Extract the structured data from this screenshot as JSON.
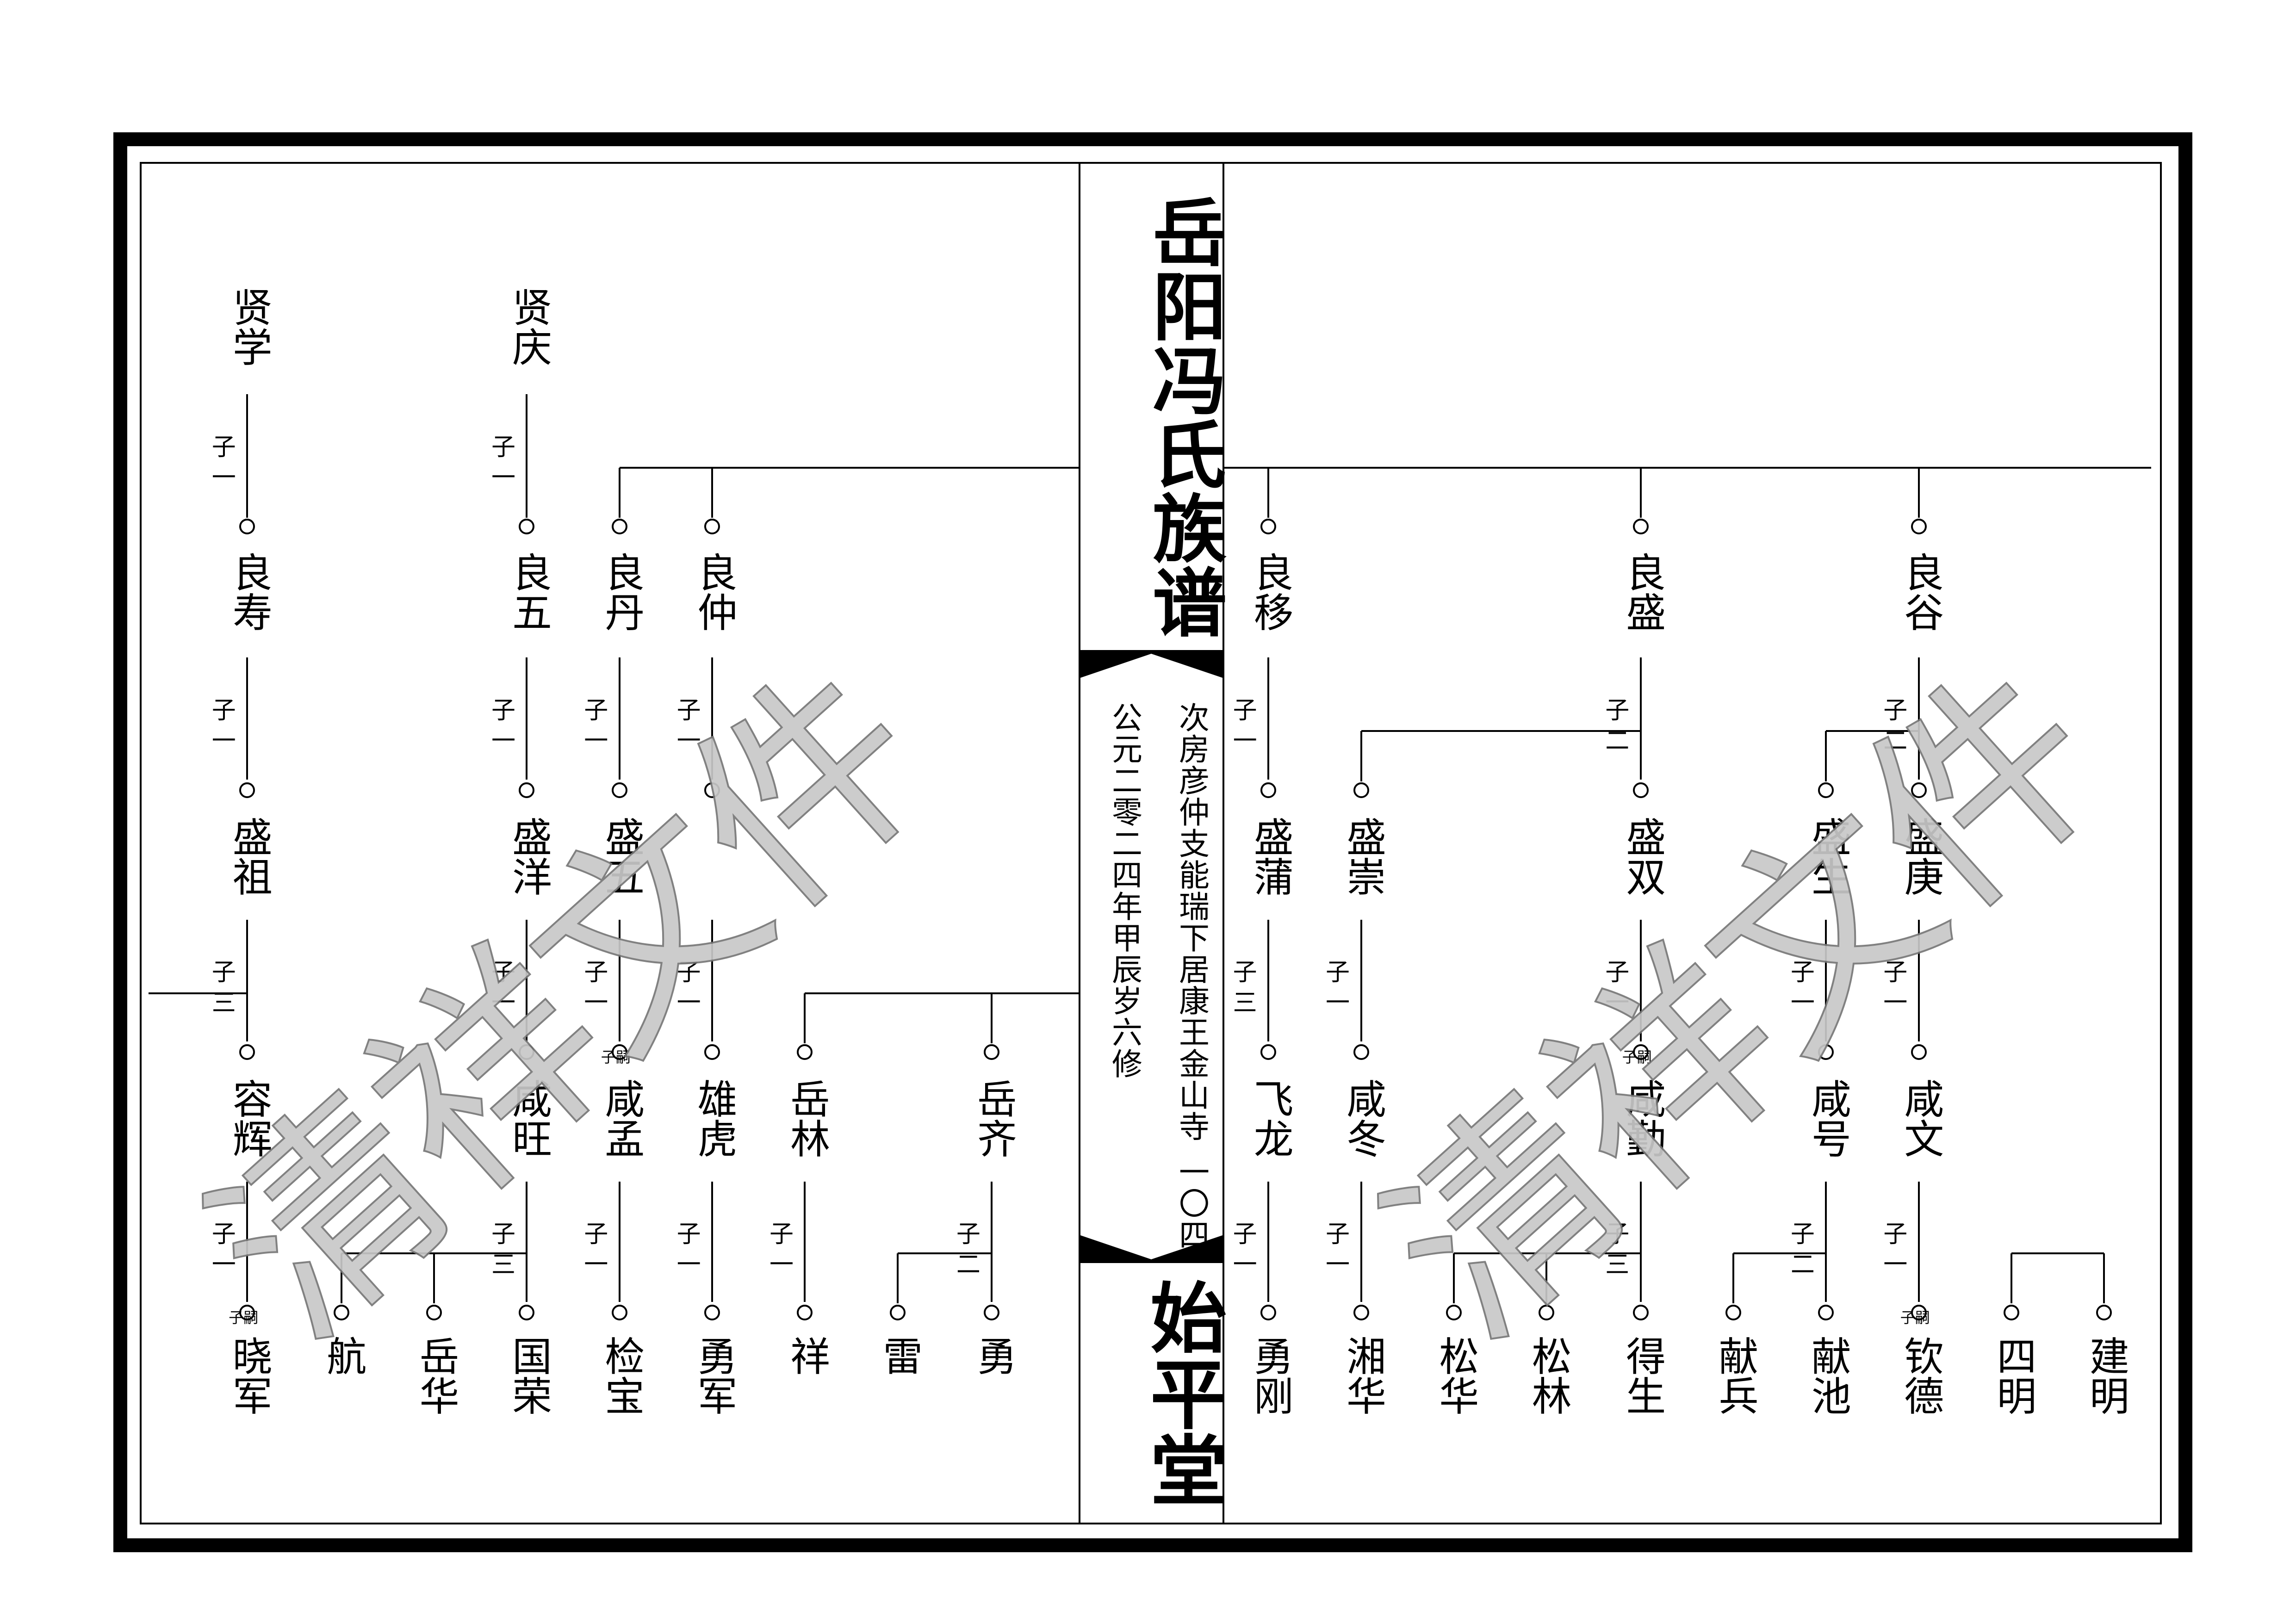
{
  "title": "岳阳冯氏族谱",
  "hall": "始平堂",
  "branch_note": "次房彦仲支能瑞下居康王金山寺",
  "page_number": "一〇四",
  "revision_note": "公元二零二四年甲辰岁六修",
  "watermark": "清祥文件",
  "relation_labels": {
    "one": "子一",
    "two": "子二",
    "three": "子三",
    "heir": "子嗣"
  },
  "members": [
    "贤学",
    "良寿",
    "盛祖",
    "容辉",
    "晓军",
    "贤庆",
    "良五",
    "盛洋",
    "咸旺",
    "国荣",
    "航",
    "岳华",
    "良丹",
    "良仲",
    "盛五",
    "咸孟",
    "检宝",
    "雄虎",
    "勇军",
    "岳林",
    "岳齐",
    "祥",
    "勇",
    "雷",
    "良移",
    "良盛",
    "良谷",
    "盛蒲",
    "飞龙",
    "勇刚",
    "盛崇",
    "咸冬",
    "湘华",
    "盛双",
    "咸勤",
    "得生",
    "松华",
    "松林",
    "盛生",
    "咸号",
    "献池",
    "献兵",
    "盛庚",
    "咸文",
    "钦德",
    "四明",
    "建明"
  ]
}
